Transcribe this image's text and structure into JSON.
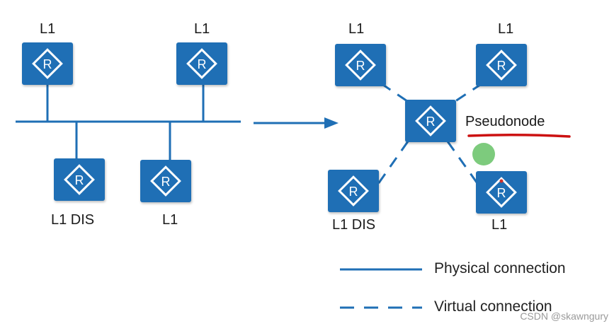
{
  "left_network": {
    "routers": [
      {
        "label": "L1"
      },
      {
        "label": "L1"
      },
      {
        "label": "L1 DIS"
      },
      {
        "label": "L1"
      }
    ]
  },
  "right_network": {
    "routers": [
      {
        "label": "L1"
      },
      {
        "label": "L1"
      },
      {
        "label": "L1 DIS"
      },
      {
        "label": "L1"
      }
    ],
    "pseudonode_label": "Pseudonode"
  },
  "router_icon_text": "R",
  "legend": {
    "physical": "Physical connection",
    "virtual": "Virtual connection"
  },
  "watermark": "CSDN @skawngury",
  "colors": {
    "router": "#1f6fb5",
    "line": "#1f6fb5",
    "underline": "#cc1111",
    "pointer": "#66c266"
  }
}
